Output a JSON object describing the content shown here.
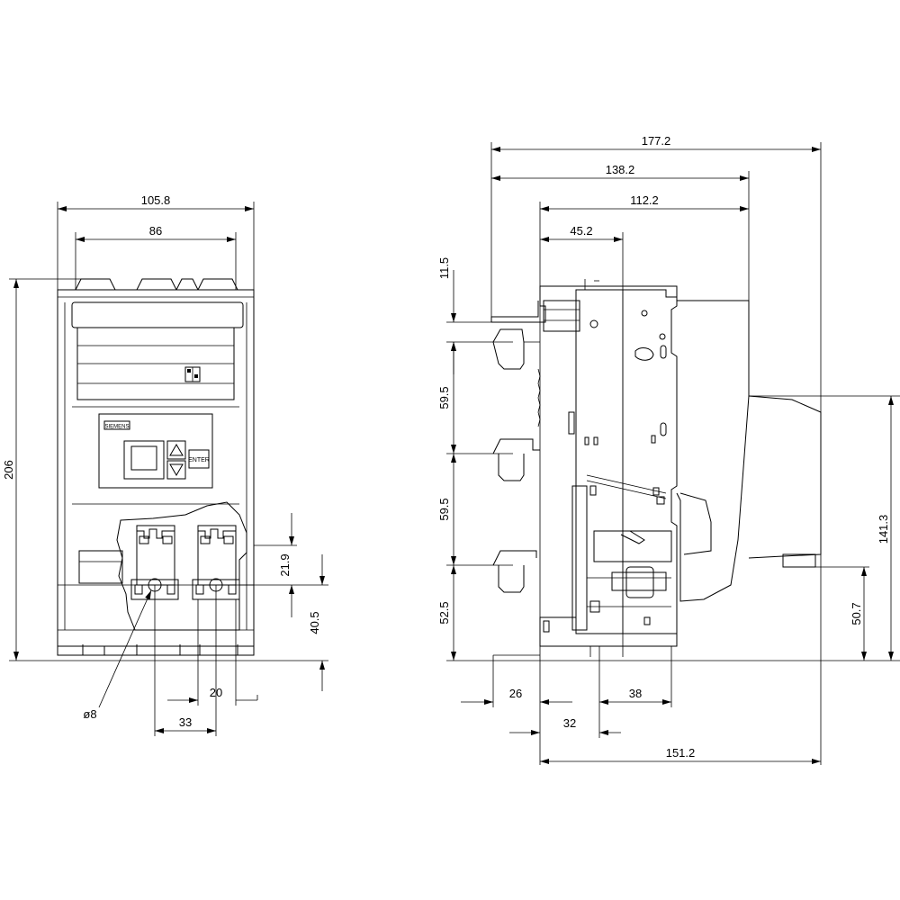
{
  "front_view": {
    "dim_overall_width": "105.8",
    "dim_inner_width": "86",
    "dim_height": "206",
    "dim_terminal_top": "21.9",
    "dim_terminal_bottom": "40.5",
    "dim_hole_diameter": "ø8",
    "dim_terminal_width": "20",
    "dim_pole_pitch": "33",
    "panel_button_label": "ENTER",
    "brand_label": "SIEMENS"
  },
  "side_view": {
    "dim_total_depth": "177.2",
    "dim_depth_2": "138.2",
    "dim_depth_3": "112.2",
    "dim_depth_4": "45.2",
    "dim_top_offset": "11.5",
    "dim_pitch_1": "59.5",
    "dim_pitch_2": "59.5",
    "dim_bottom_offset": "52.5",
    "dim_right_height": "141.3",
    "dim_right_lower": "50.7",
    "dim_bottom_26": "26",
    "dim_bottom_38": "38",
    "dim_bottom_32": "32",
    "dim_bottom_151": "151.2"
  }
}
